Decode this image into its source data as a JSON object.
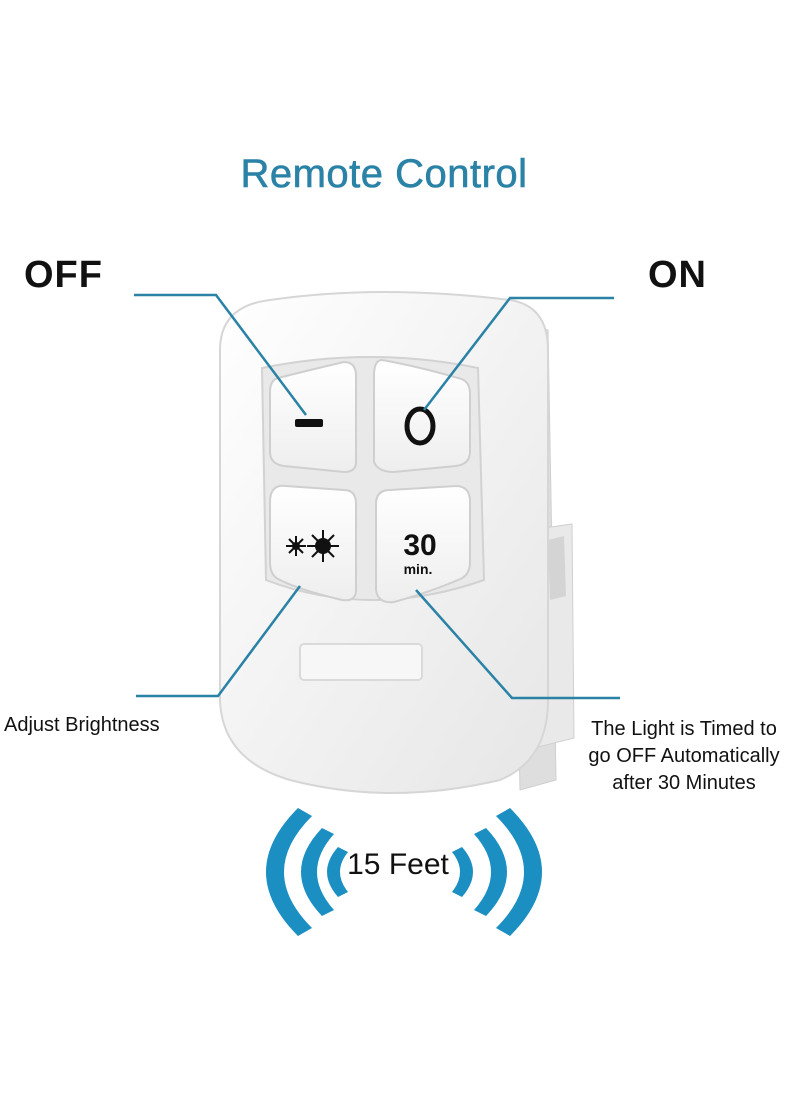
{
  "title": "Remote Control",
  "labels": {
    "off": "OFF",
    "on": "ON",
    "brightness": "Adjust Brightness",
    "timer": [
      "The Light is Timed to",
      "go OFF Automatically",
      "after 30 Minutes"
    ],
    "range": "15 Feet"
  },
  "buttons": {
    "timer_value": "30",
    "timer_unit": "min."
  },
  "colors": {
    "accent": "#2a82a6",
    "signal": "#1b8fc2",
    "remote_body": "#f4f4f4"
  }
}
